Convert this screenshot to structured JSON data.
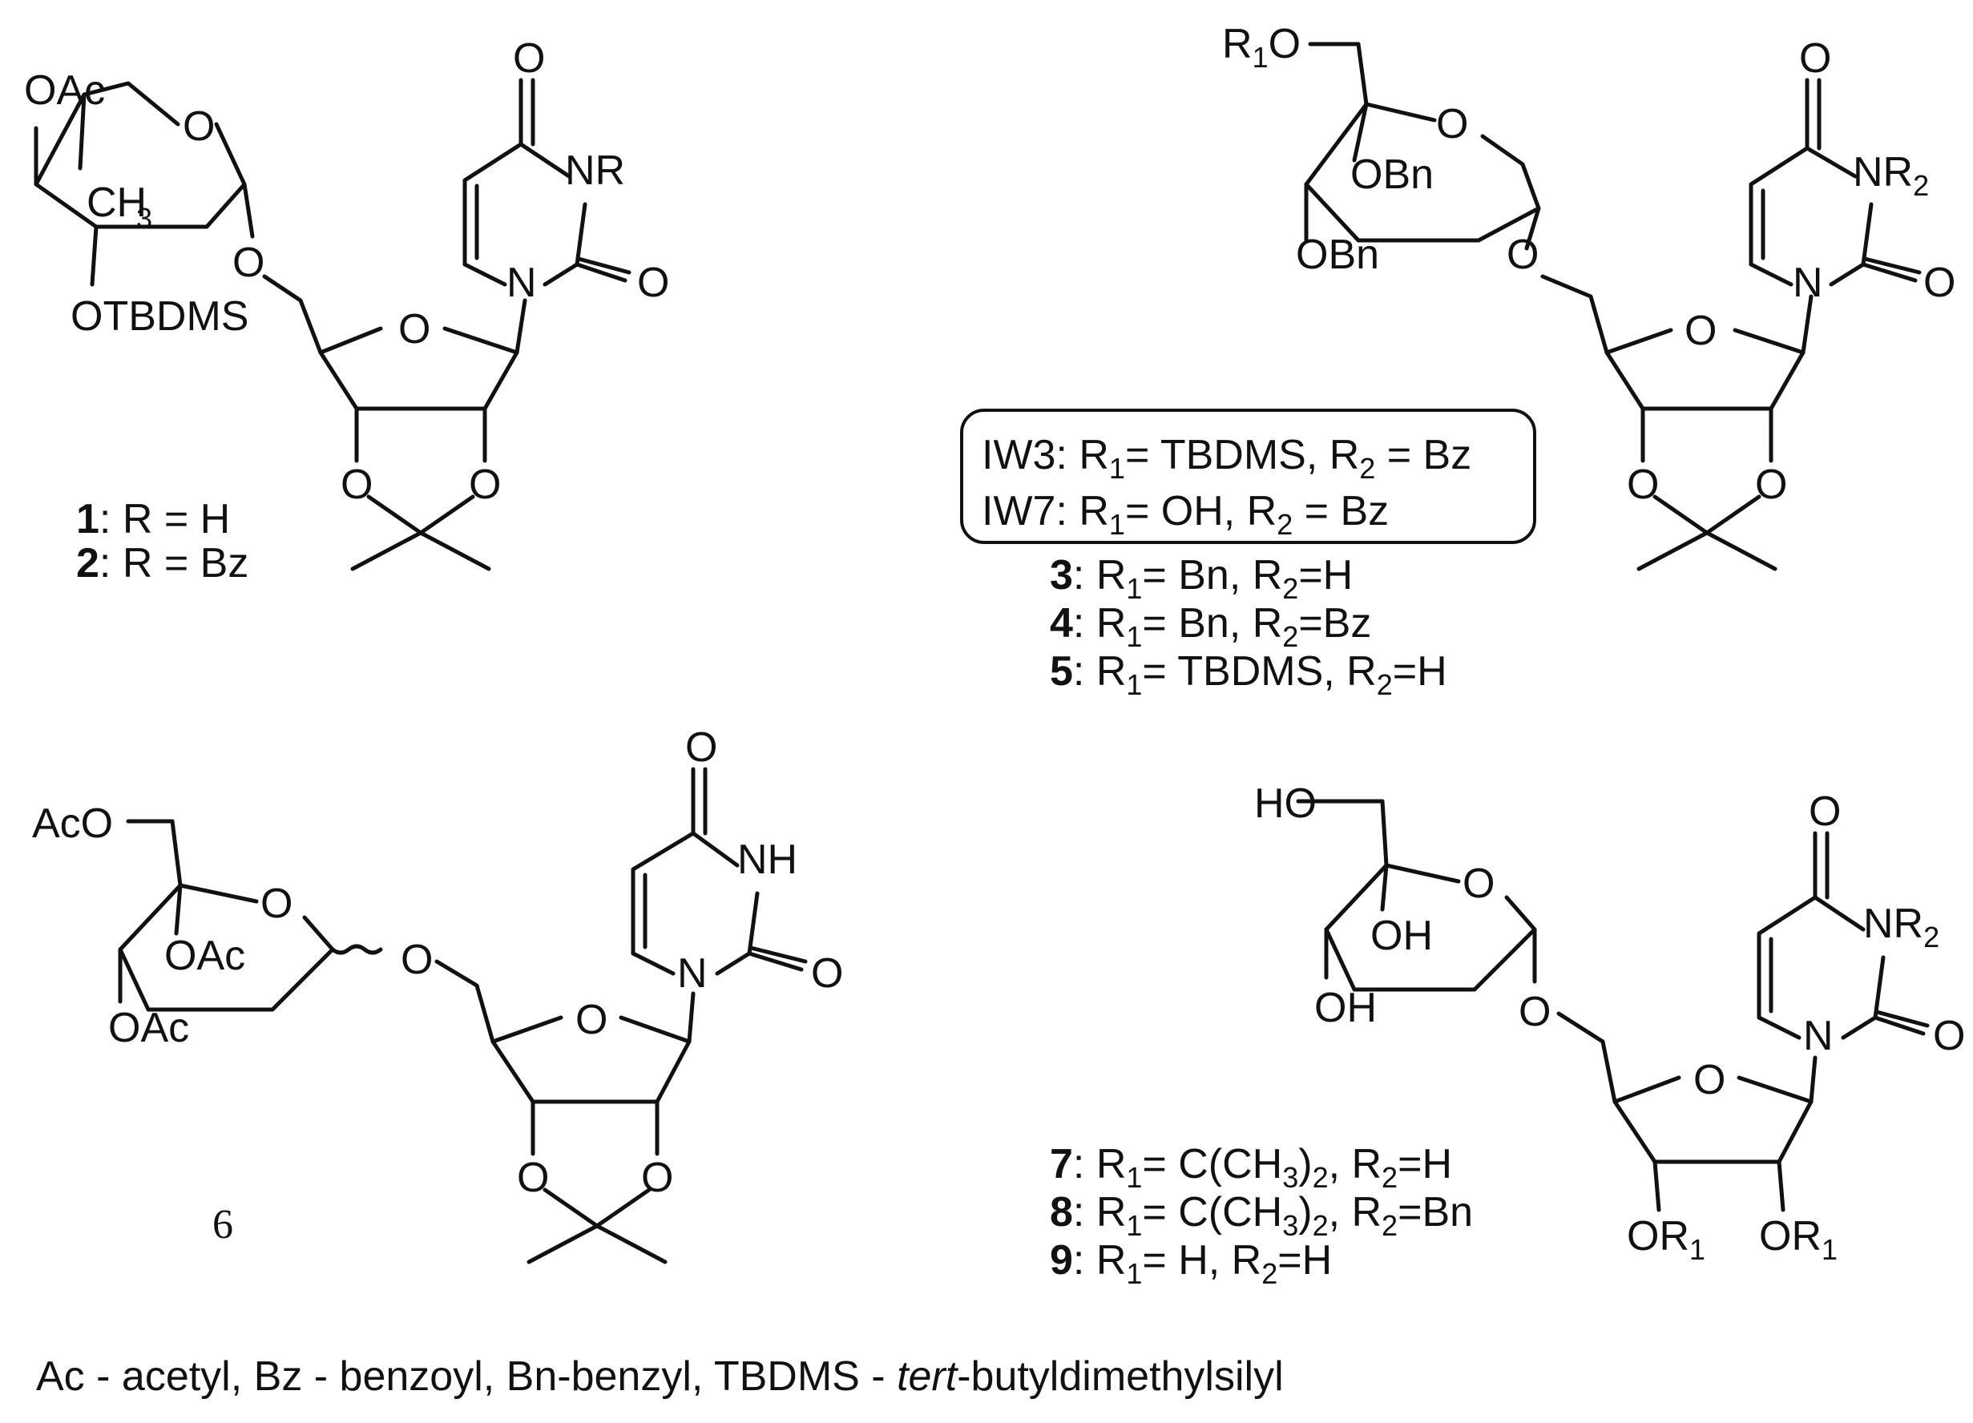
{
  "atoms": {
    "O": "O",
    "N": "N",
    "NR": "NR",
    "NH": "NH",
    "NR2_main": "NR",
    "sub2": "2",
    "sub1": "1",
    "sub3": "3",
    "OAc": "OAc",
    "CH3": "CH",
    "OTBDMS": "OTBDMS",
    "R1O_R": "R",
    "R1O_O": "O",
    "OBn": "OBn",
    "AcO": "AcO",
    "HO": "HO",
    "OH": "OH",
    "OR1_O": "OR"
  },
  "compound_1_2": {
    "line1_num": "1",
    "line1_rest": ": R = H",
    "line2_num": "2",
    "line2_rest": ": R = Bz"
  },
  "boxed_labels": {
    "iw3_a": "IW3: R",
    "iw3_b": "= TBDMS, R",
    "iw3_c": " = Bz",
    "iw7_a": "IW7: R",
    "iw7_b": "= OH, R",
    "iw7_c": " = Bz"
  },
  "compound_3_5": [
    {
      "num": "3",
      "a": ": R",
      "b": "= Bn, R",
      "c": "=H"
    },
    {
      "num": "4",
      "a": ": R",
      "b": "= Bn, R",
      "c": "=Bz"
    },
    {
      "num": "5",
      "a": ": R",
      "b": "= TBDMS, R",
      "c": "=H"
    }
  ],
  "compound_6": "6",
  "compound_7_9": [
    {
      "num": "7",
      "a": ": R",
      "b": "= C(CH",
      "c": ")",
      "d": ", R",
      "e": "=H"
    },
    {
      "num": "8",
      "a": ": R",
      "b": "= C(CH",
      "c": ")",
      "d": ", R",
      "e": "=Bn"
    },
    {
      "num": "9",
      "a": ": R",
      "b": "= H, R",
      "c": "=H"
    }
  ],
  "footer": {
    "prefix": "Ac - acetyl, Bz - benzoyl, Bn-benzyl, TBDMS - ",
    "italic": "tert",
    "suffix": "-butyldimethylsilyl"
  }
}
